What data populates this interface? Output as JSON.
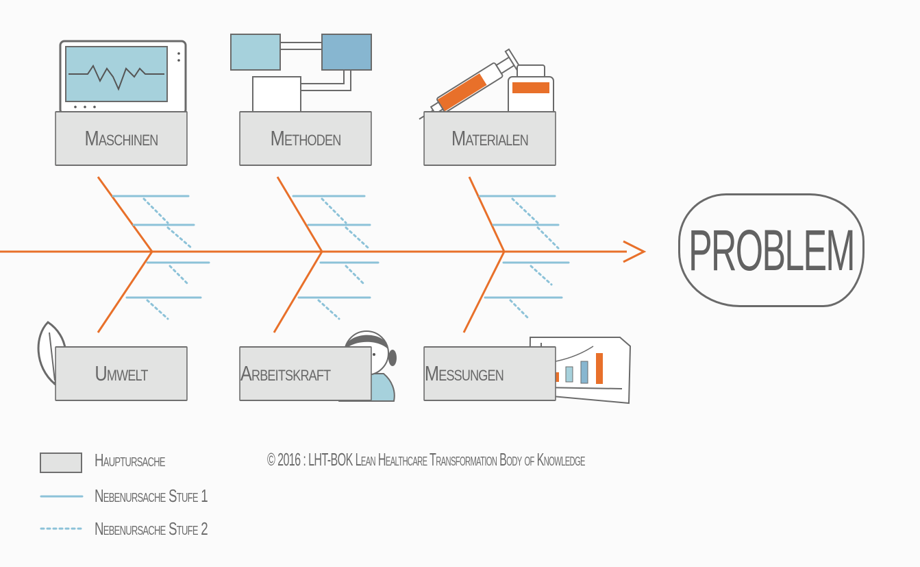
{
  "categories_top": [
    {
      "label": "Maschinen"
    },
    {
      "label": "Methoden"
    },
    {
      "label": "Materialen"
    }
  ],
  "categories_bottom": [
    {
      "label": "Umwelt"
    },
    {
      "label": "Arbeitskraft"
    },
    {
      "label": "Messungen"
    }
  ],
  "problem": {
    "label": "PROBLEM"
  },
  "legend": {
    "main_cause": "Hauptursache",
    "sub_cause_1": "Nebenursache Stufe 1",
    "sub_cause_2": "Nebenursache Stufe 2"
  },
  "copyright": "© 2016 : LHT-BOK Lean Healthcare Transformation Body of Knowledge",
  "colors": {
    "spine": "#e8702a",
    "sub_cause": "#8cc2d8",
    "box_fill": "#e2e3e2",
    "box_border": "#6f6f6f",
    "text": "#676767"
  },
  "icons": [
    "monitor-icon",
    "flowchart-icon",
    "syringe-icon",
    "pill-bottle-icon",
    "leaf-icon",
    "girl-icon",
    "bar-chart-icon"
  ]
}
